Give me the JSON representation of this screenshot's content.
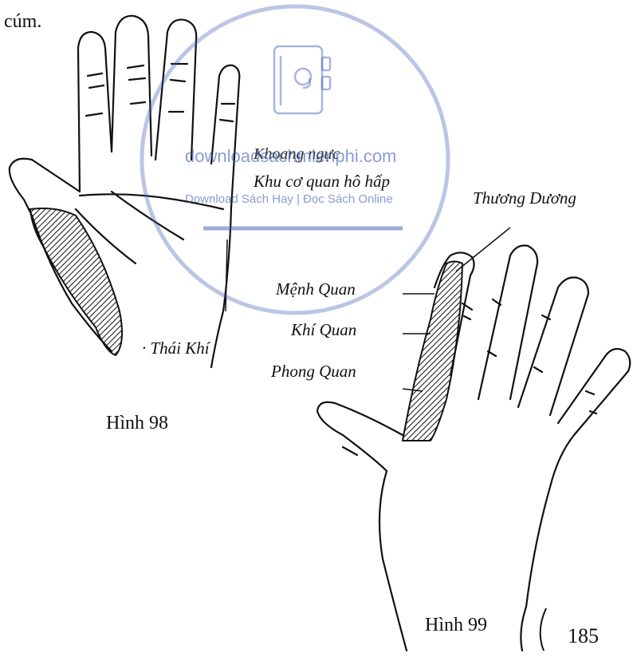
{
  "page": {
    "top_fragment": "cúm.",
    "page_number": "185"
  },
  "figure98": {
    "caption": "Hình 98",
    "labels": {
      "khu_co_quan": "Khu cơ quan hô hấp",
      "thai_khi": "Thái Khí"
    }
  },
  "figure99": {
    "caption": "Hình 99",
    "labels": {
      "thuong_duong": "Thương Dương",
      "menh_quan": "Mệnh Quan",
      "khi_quan": "Khí Quan",
      "phong_quan": "Phong Quan"
    }
  },
  "watermark": {
    "line1": "downloadsachmienphi.com",
    "line2": "Download Sách Hay | Đọc Sách Online",
    "overlap_text": "Khoang ngực",
    "color": "#3b5bb5"
  },
  "icons": [
    "contact-book-icon"
  ]
}
